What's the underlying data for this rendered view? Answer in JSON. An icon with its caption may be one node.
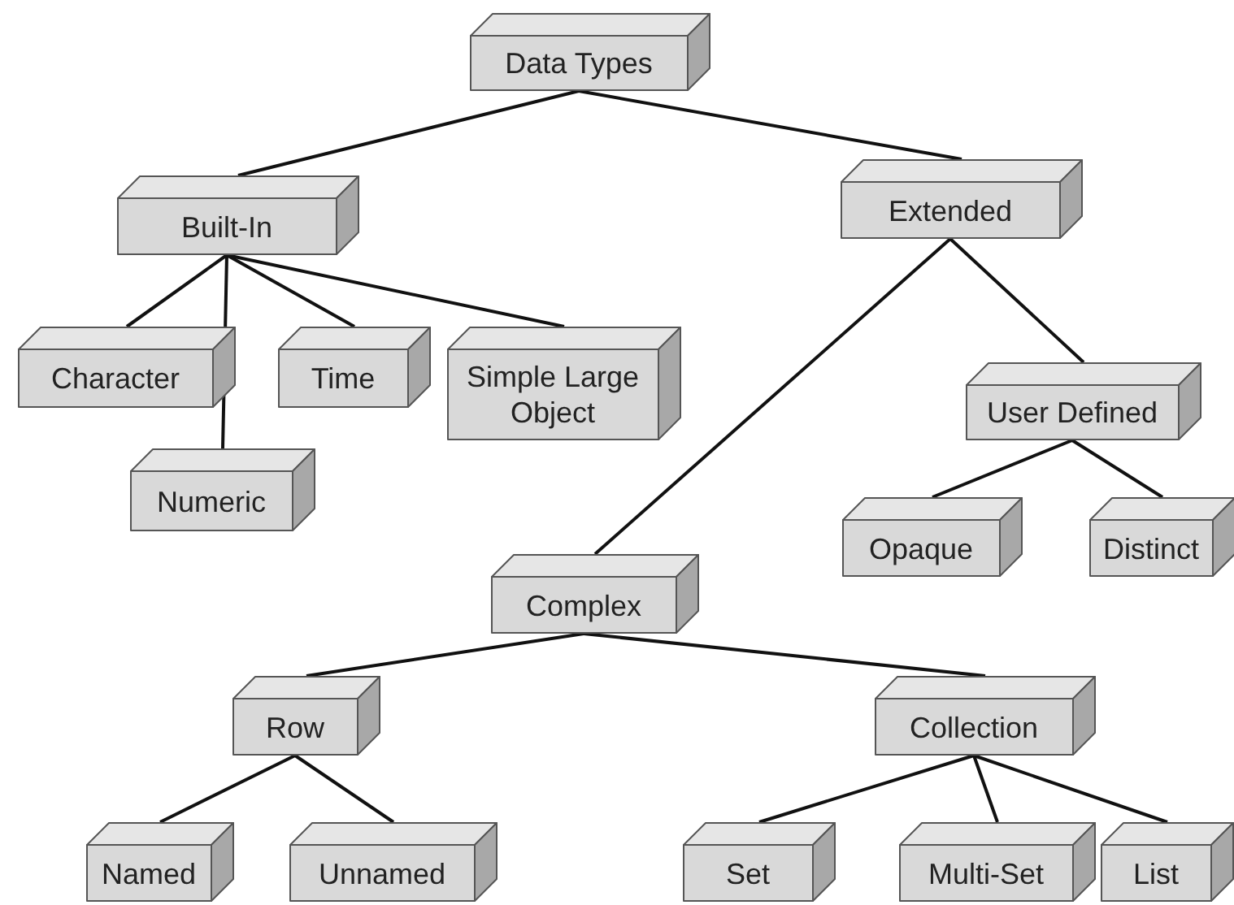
{
  "diagram": {
    "nodes": [
      {
        "text": [
          "Data Types"
        ]
      },
      {
        "text": [
          "Built-In"
        ]
      },
      {
        "text": [
          "Extended"
        ]
      },
      {
        "text": [
          "Character"
        ]
      },
      {
        "text": [
          "Time"
        ]
      },
      {
        "text": [
          "Simple Large Object"
        ]
      },
      {
        "text": [
          "Numeric"
        ]
      },
      {
        "text": [
          "User Defined"
        ]
      },
      {
        "text": [
          "Opaque"
        ]
      },
      {
        "text": [
          "Distinct"
        ]
      },
      {
        "text": [
          "Complex"
        ]
      },
      {
        "text": [
          "Row"
        ]
      },
      {
        "text": [
          "Collection"
        ]
      },
      {
        "text": [
          "Named"
        ]
      },
      {
        "text": [
          "Unnamed"
        ]
      },
      {
        "text": [
          "Set"
        ]
      },
      {
        "text": [
          "Multi-Set"
        ]
      },
      {
        "text": [
          "List"
        ]
      }
    ],
    "edges": [
      {
        "from": 0,
        "to": 1,
        "arrow": "none"
      },
      {
        "from": 0,
        "to": 2,
        "arrow": "none"
      },
      {
        "from": 1,
        "to": 3,
        "arrow": "none"
      },
      {
        "from": 1,
        "to": 6,
        "arrow": "none"
      },
      {
        "from": 1,
        "to": 4,
        "arrow": "none"
      },
      {
        "from": 1,
        "to": 5,
        "arrow": "none"
      },
      {
        "from": 2,
        "to": 10,
        "arrow": "none"
      },
      {
        "from": 2,
        "to": 7,
        "arrow": "none"
      },
      {
        "from": 7,
        "to": 8,
        "arrow": "none"
      },
      {
        "from": 7,
        "to": 9,
        "arrow": "none"
      },
      {
        "from": 10,
        "to": 11,
        "arrow": "none"
      },
      {
        "from": 10,
        "to": 12,
        "arrow": "none"
      },
      {
        "from": 11,
        "to": 13,
        "arrow": "none"
      },
      {
        "from": 11,
        "to": 14,
        "arrow": "none"
      },
      {
        "from": 12,
        "to": 15,
        "arrow": "none"
      },
      {
        "from": 12,
        "to": 16,
        "arrow": "none"
      },
      {
        "from": 12,
        "to": 17,
        "arrow": "none"
      }
    ]
  }
}
